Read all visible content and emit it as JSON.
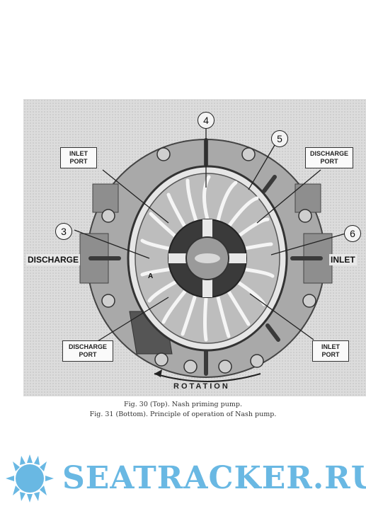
{
  "figure": {
    "callouts": [
      "4",
      "5",
      "3",
      "6"
    ],
    "labels": {
      "inlet_port_top": "INLET\nPORT",
      "discharge_port_top": "DISCHARGE\nPORT",
      "discharge_port_bottom": "DISCHARGE\nPORT",
      "inlet_port_bottom": "INLET\nPORT",
      "discharge_side": "DISCHARGE",
      "inlet_side": "INLET",
      "rotation": "ROTATION",
      "point_a": "A"
    }
  },
  "caption": {
    "line1": "Fig. 30 (Top). Nash priming pump.",
    "line2": "Fig. 31 (Bottom). Principle of operation of Nash pump."
  },
  "watermark": {
    "text": "SEATRACKER.RU",
    "color": "#69b8e3"
  }
}
